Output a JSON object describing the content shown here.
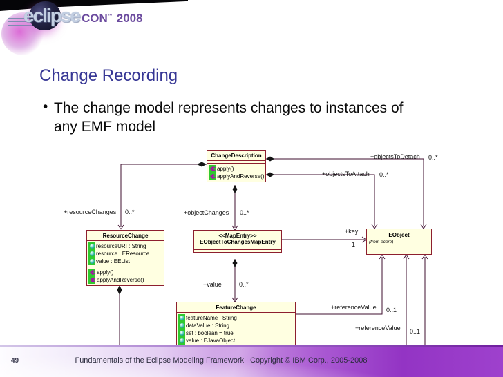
{
  "header": {
    "logo_text": "eclipse",
    "logo_con": "CON",
    "logo_tm": "™",
    "logo_year": "2008"
  },
  "title": "Change Recording",
  "bullet": {
    "marker": "•",
    "lines": [
      "The change model represents changes to instances of",
      "any EMF model"
    ]
  },
  "diagram": {
    "change_description": {
      "name": "ChangeDescription",
      "operations": [
        "apply()",
        "applyAndReverse()"
      ]
    },
    "resource_change": {
      "name": "ResourceChange",
      "attributes": [
        "resourceURI : String",
        "resource : EResource",
        "value : EEList"
      ],
      "operations": [
        "apply()",
        "applyAndReverse()"
      ]
    },
    "map_entry": {
      "stereotype": "<<MapEntry>>",
      "name": "EObjectToChangesMapEntry"
    },
    "eobject": {
      "name": "EObject",
      "origin": "(from ecore)"
    },
    "feature_change": {
      "name": "FeatureChange",
      "attributes": [
        "featureName : String",
        "dataValue : String",
        "set : boolean = true",
        "value : EJavaObject"
      ]
    },
    "labels": {
      "objects_to_detach": {
        "role": "+objectsToDetach",
        "mult": "0..*"
      },
      "objects_to_attach": {
        "role": "+objectsToAttach",
        "mult": "0..*"
      },
      "resource_changes": {
        "role": "+resourceChanges",
        "mult": "0..*"
      },
      "object_changes": {
        "role": "+objectChanges",
        "mult": "0..*"
      },
      "key": {
        "role": "+key",
        "mult": "1"
      },
      "value": {
        "role": "+value",
        "mult": "0..*"
      },
      "reference_value_1": {
        "role": "+referenceValue",
        "mult": "0..1"
      },
      "reference_value_2": {
        "role": "+referenceValue",
        "mult": "0..1"
      }
    },
    "icons": {
      "attribute": "attribute-icon",
      "operation": "operation-icon"
    }
  },
  "footer": {
    "page_number": "49",
    "text": "Fundamentals of the Eclipse Modeling Framework  |  Copyright © IBM Corp., 2005-2008"
  },
  "colors": {
    "class_fill": "#ffffe1",
    "class_border": "#8d1f2f",
    "connector": "#3f0f2f",
    "highlight_green": "#2fc92f",
    "title_blue": "#373795",
    "logo_purple": "#6b4a9e",
    "footer_purple": "#9b3bca"
  }
}
